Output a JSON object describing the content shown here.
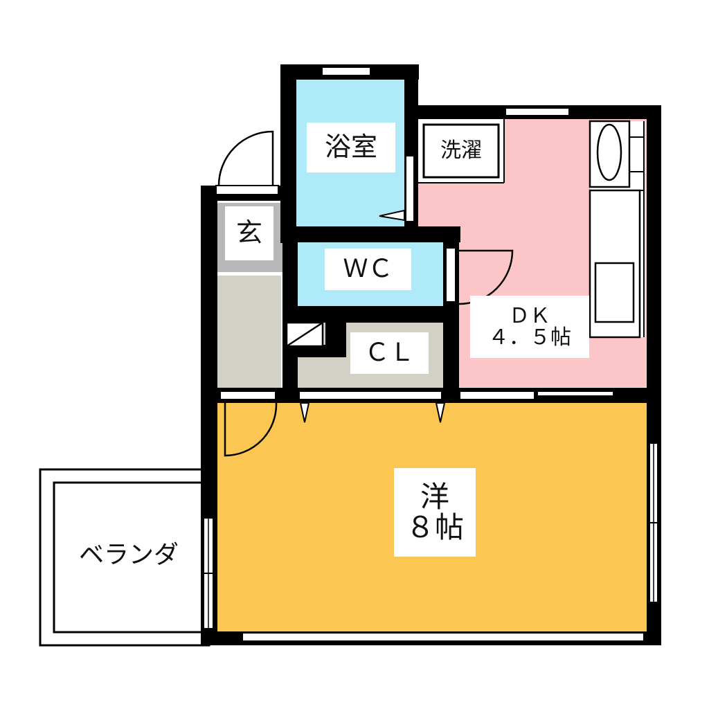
{
  "floor_plan": {
    "colors": {
      "wall": "#000000",
      "bathroom": "#aeeaf8",
      "wc": "#aeeaf8",
      "dk": "#fcc6c8",
      "western_room": "#fcc653",
      "entrance": "#b8b8b8",
      "closet": "#d3d0c5",
      "hall": "#d3d0c5",
      "balcony": "#ffffff"
    },
    "rooms": {
      "bathroom": {
        "label": "浴室"
      },
      "laundry": {
        "label": "洗濯"
      },
      "entrance": {
        "label": "玄"
      },
      "wc": {
        "label": "ＷＣ"
      },
      "closet": {
        "label": "ＣＬ"
      },
      "dk": {
        "label": "ＤＫ",
        "size": "４．５帖"
      },
      "western_room": {
        "label": "洋",
        "size": "８帖"
      },
      "balcony": {
        "label": "ベランダ"
      }
    }
  }
}
